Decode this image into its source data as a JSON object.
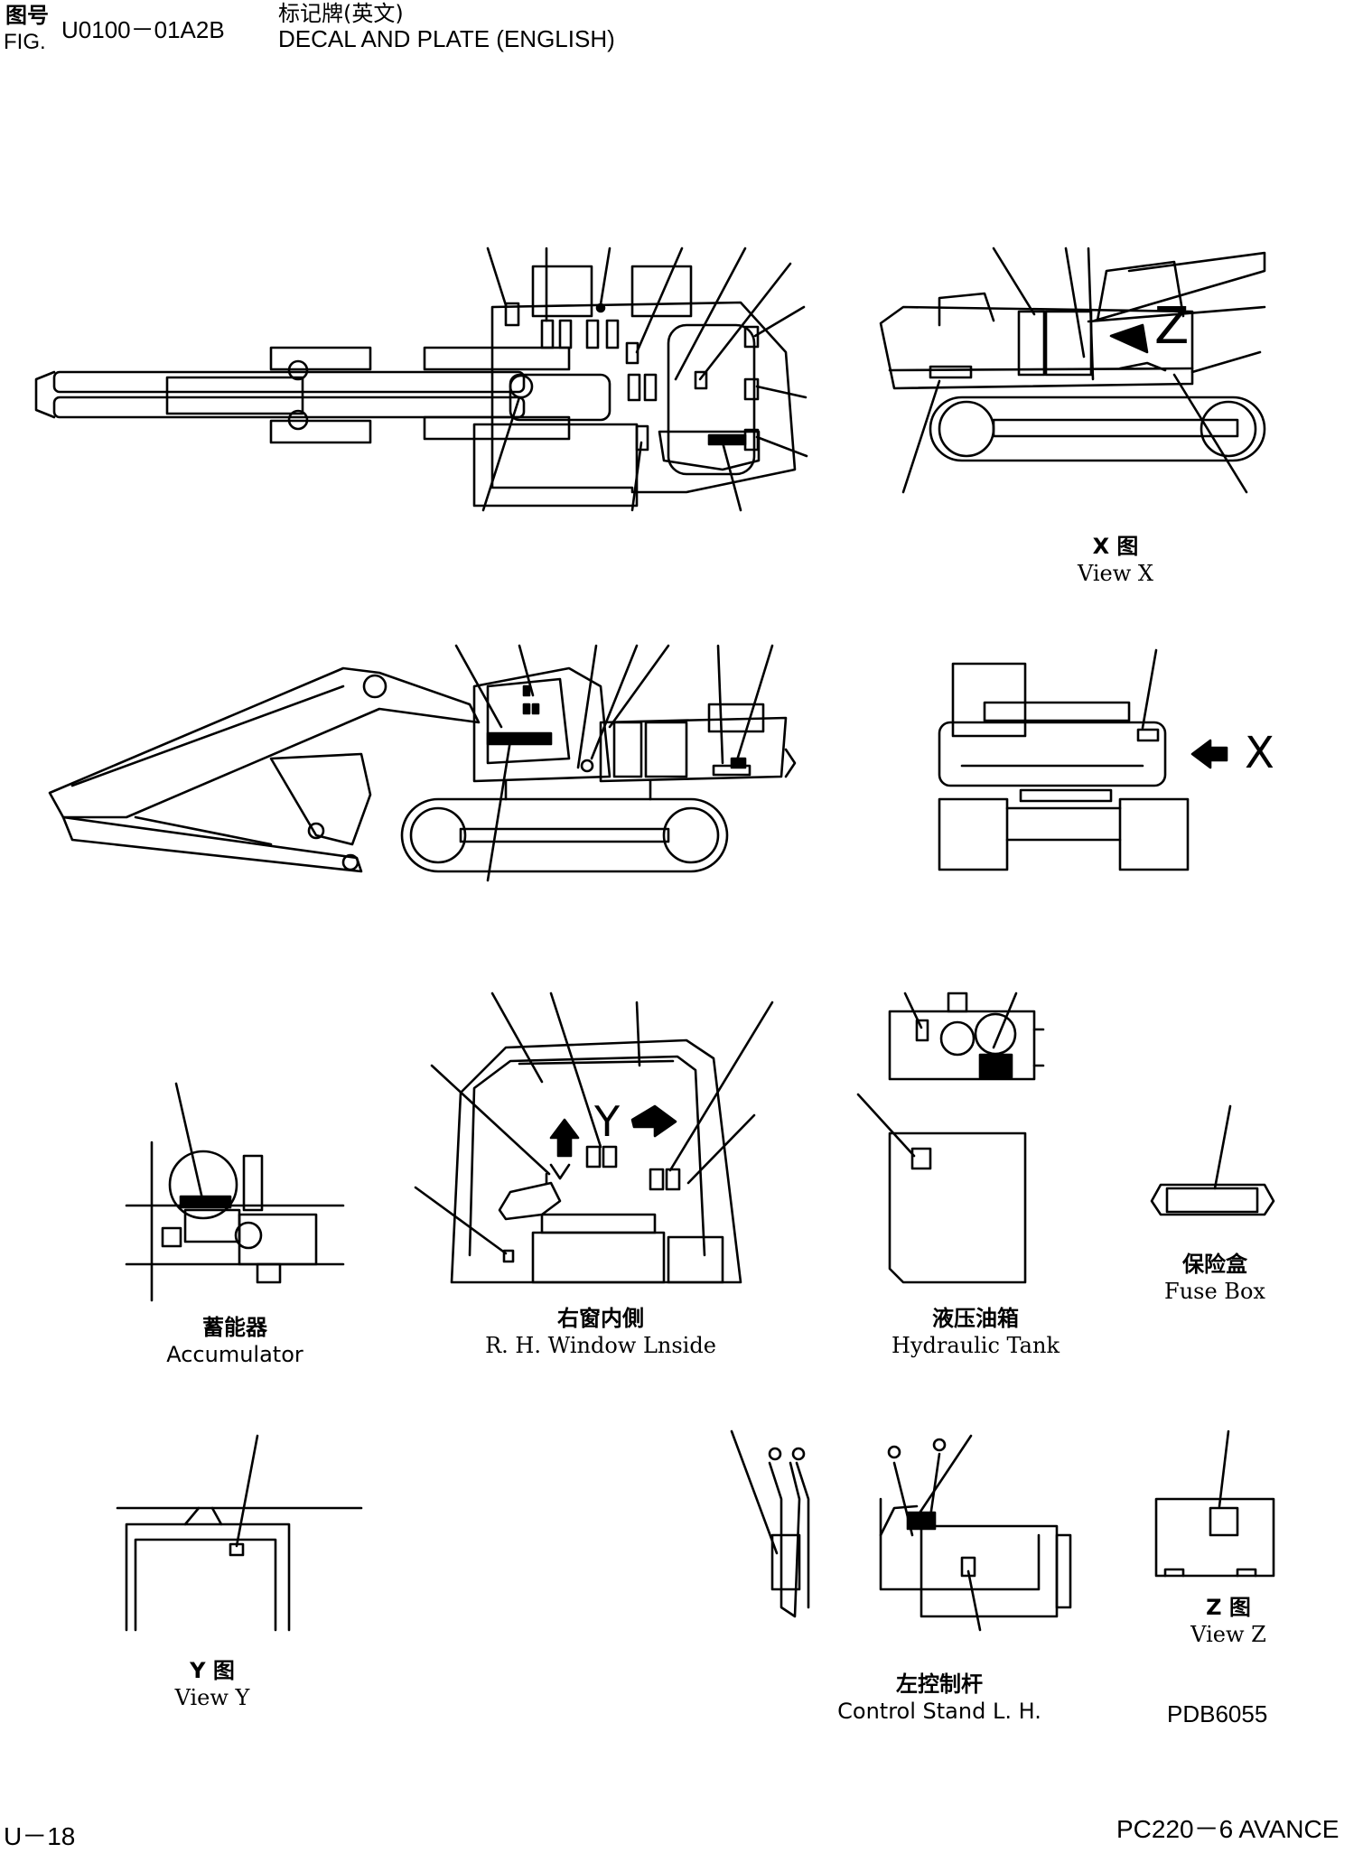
{
  "header": {
    "fig_label_zh": "图号",
    "fig_label_en": "FIG.",
    "fig_number": "U0100－01A2B",
    "title_zh": "标记牌(英文)",
    "title_en": "DECAL AND PLATE (ENGLISH)"
  },
  "views": {
    "view_x": {
      "zh": "X 图",
      "en": "View X",
      "marker": "X"
    },
    "view_y": {
      "zh": "Y 图",
      "en": "View Y",
      "marker": "Y"
    },
    "view_z": {
      "zh": "Z 图",
      "en": "View Z",
      "marker": "Z"
    },
    "accumulator": {
      "zh": "蓄能器",
      "en": "Accumulator"
    },
    "rh_window": {
      "zh": "右窗内側",
      "en": "R. H. Window Lnside"
    },
    "hydraulic_tank": {
      "zh": "液压油箱",
      "en": "Hydraulic Tank"
    },
    "fuse_box": {
      "zh": "保险盒",
      "en": "Fuse Box"
    },
    "control_stand": {
      "zh": "左控制杆",
      "en": "Control Stand L. H."
    }
  },
  "drawing_number": "PDB6055",
  "footer": {
    "page": "U－18",
    "model": "PC220－6 AVANCE"
  },
  "colors": {
    "ink": "#000000",
    "paper": "#ffffff"
  }
}
